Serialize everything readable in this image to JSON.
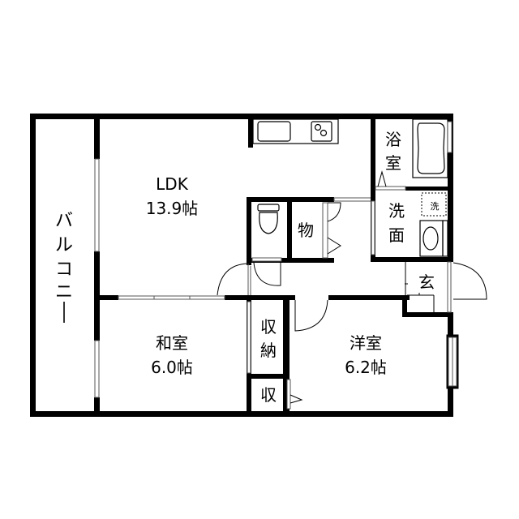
{
  "floor_plan": {
    "rooms": [
      {
        "id": "ldk",
        "name": "LDK",
        "size": "13.9帖"
      },
      {
        "id": "washitsu",
        "name": "和室",
        "size": "6.0帖"
      },
      {
        "id": "youshitsu",
        "name": "洋室",
        "size": "6.2帖"
      },
      {
        "id": "bathroom",
        "name_line1": "浴",
        "name_line2": "室"
      },
      {
        "id": "washroom",
        "name_line1": "洗",
        "name_line2": "面"
      },
      {
        "id": "storage",
        "name": "物"
      },
      {
        "id": "closet_large",
        "name_line1": "収",
        "name_line2": "納"
      },
      {
        "id": "closet_small",
        "name": "収"
      },
      {
        "id": "entrance",
        "name": "玄"
      },
      {
        "id": "balcony",
        "name_chars": [
          "バ",
          "ル",
          "コ",
          "ニ",
          "—"
        ]
      }
    ],
    "fixtures": {
      "washer_label": "洗"
    }
  }
}
